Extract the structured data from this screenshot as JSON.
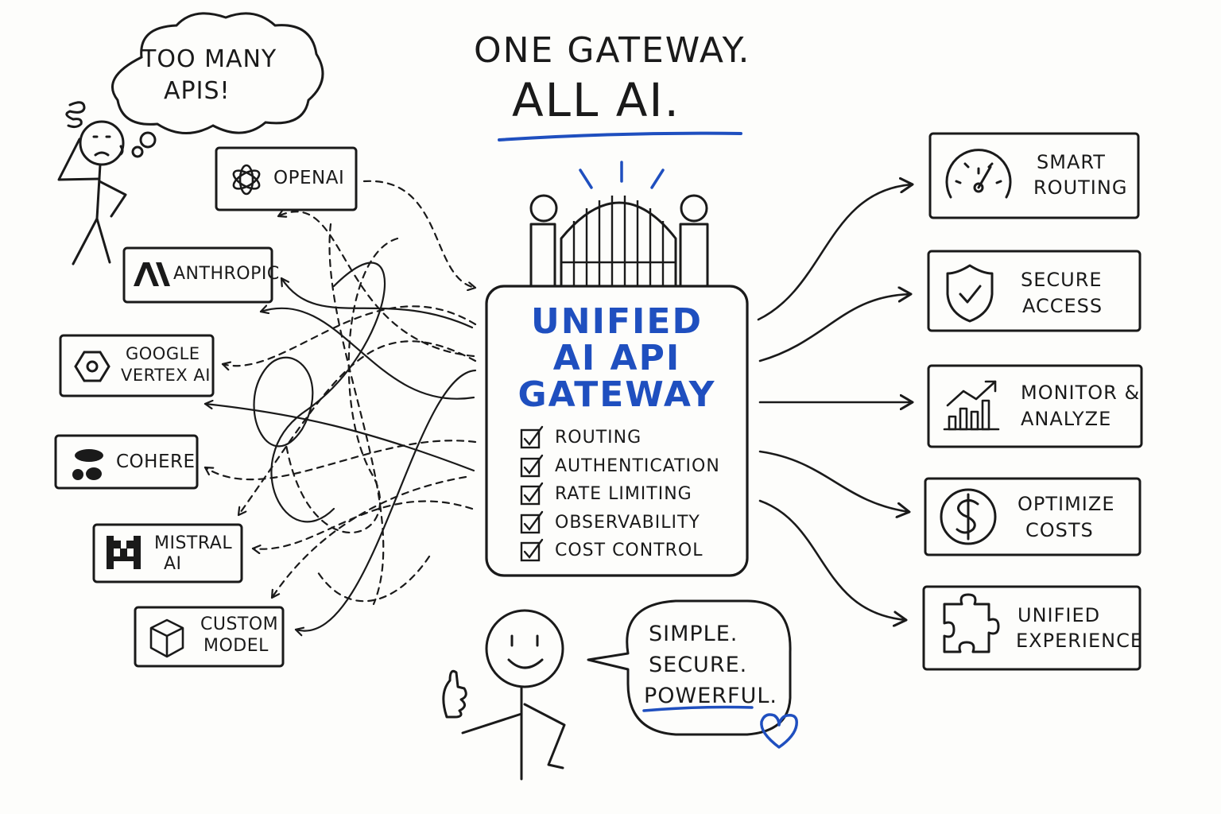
{
  "title": {
    "line1": "ONE GATEWAY.",
    "line2": "ALL AI."
  },
  "thought_bubble": {
    "line1": "TOO MANY",
    "line2": "APIS!"
  },
  "providers": [
    {
      "id": "openai",
      "label": "OPENAI",
      "icon": "openai-logo-icon"
    },
    {
      "id": "anthropic",
      "label": "ANTHROPIC",
      "icon": "anthropic-logo-icon"
    },
    {
      "id": "google",
      "label_line1": "GOOGLE",
      "label_line2": "VERTEX AI",
      "icon": "hexagon-icon"
    },
    {
      "id": "cohere",
      "label": "COHERE",
      "icon": "cohere-logo-icon"
    },
    {
      "id": "mistral",
      "label_line1": "MISTRAL",
      "label_line2": "AI",
      "icon": "mistral-logo-icon"
    },
    {
      "id": "custom",
      "label_line1": "CUSTOM",
      "label_line2": "MODEL",
      "icon": "cube-icon"
    }
  ],
  "gateway": {
    "title_line1": "UNIFIED",
    "title_line2": "AI API",
    "title_line3": "GATEWAY",
    "features": [
      "ROUTING",
      "AUTHENTICATION",
      "RATE LIMITING",
      "OBSERVABILITY",
      "COST CONTROL"
    ]
  },
  "benefits": [
    {
      "line1": "SMART",
      "line2": "ROUTING",
      "icon": "speedometer-icon"
    },
    {
      "line1": "SECURE",
      "line2": "ACCESS",
      "icon": "shield-check-icon"
    },
    {
      "line1": "MONITOR &",
      "line2": "ANALYZE",
      "icon": "chart-trend-icon"
    },
    {
      "line1": "OPTIMIZE",
      "line2": "COSTS",
      "icon": "dollar-icon"
    },
    {
      "line1": "UNIFIED",
      "line2": "EXPERIENCE",
      "icon": "puzzle-icon"
    }
  ],
  "speech_bubble": {
    "line1": "SIMPLE.",
    "line2": "SECURE.",
    "line3": "POWERFUL."
  },
  "colors": {
    "accent": "#1f4fbf",
    "ink": "#1a1a1a",
    "background": "#fdfdfb"
  }
}
